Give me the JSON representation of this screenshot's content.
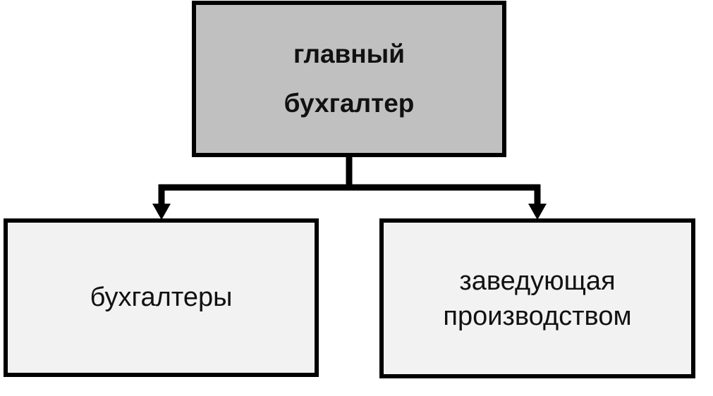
{
  "diagram": {
    "top_node": {
      "line1": "главный",
      "line2": "бухгалтер",
      "fill": "#c0c0c0"
    },
    "left_node": {
      "label": "бухгалтеры",
      "fill": "#f2f2f2"
    },
    "right_node": {
      "line1": "заведующая",
      "line2": "производством",
      "fill": "#f2f2f2"
    },
    "line_color": "#000000"
  }
}
